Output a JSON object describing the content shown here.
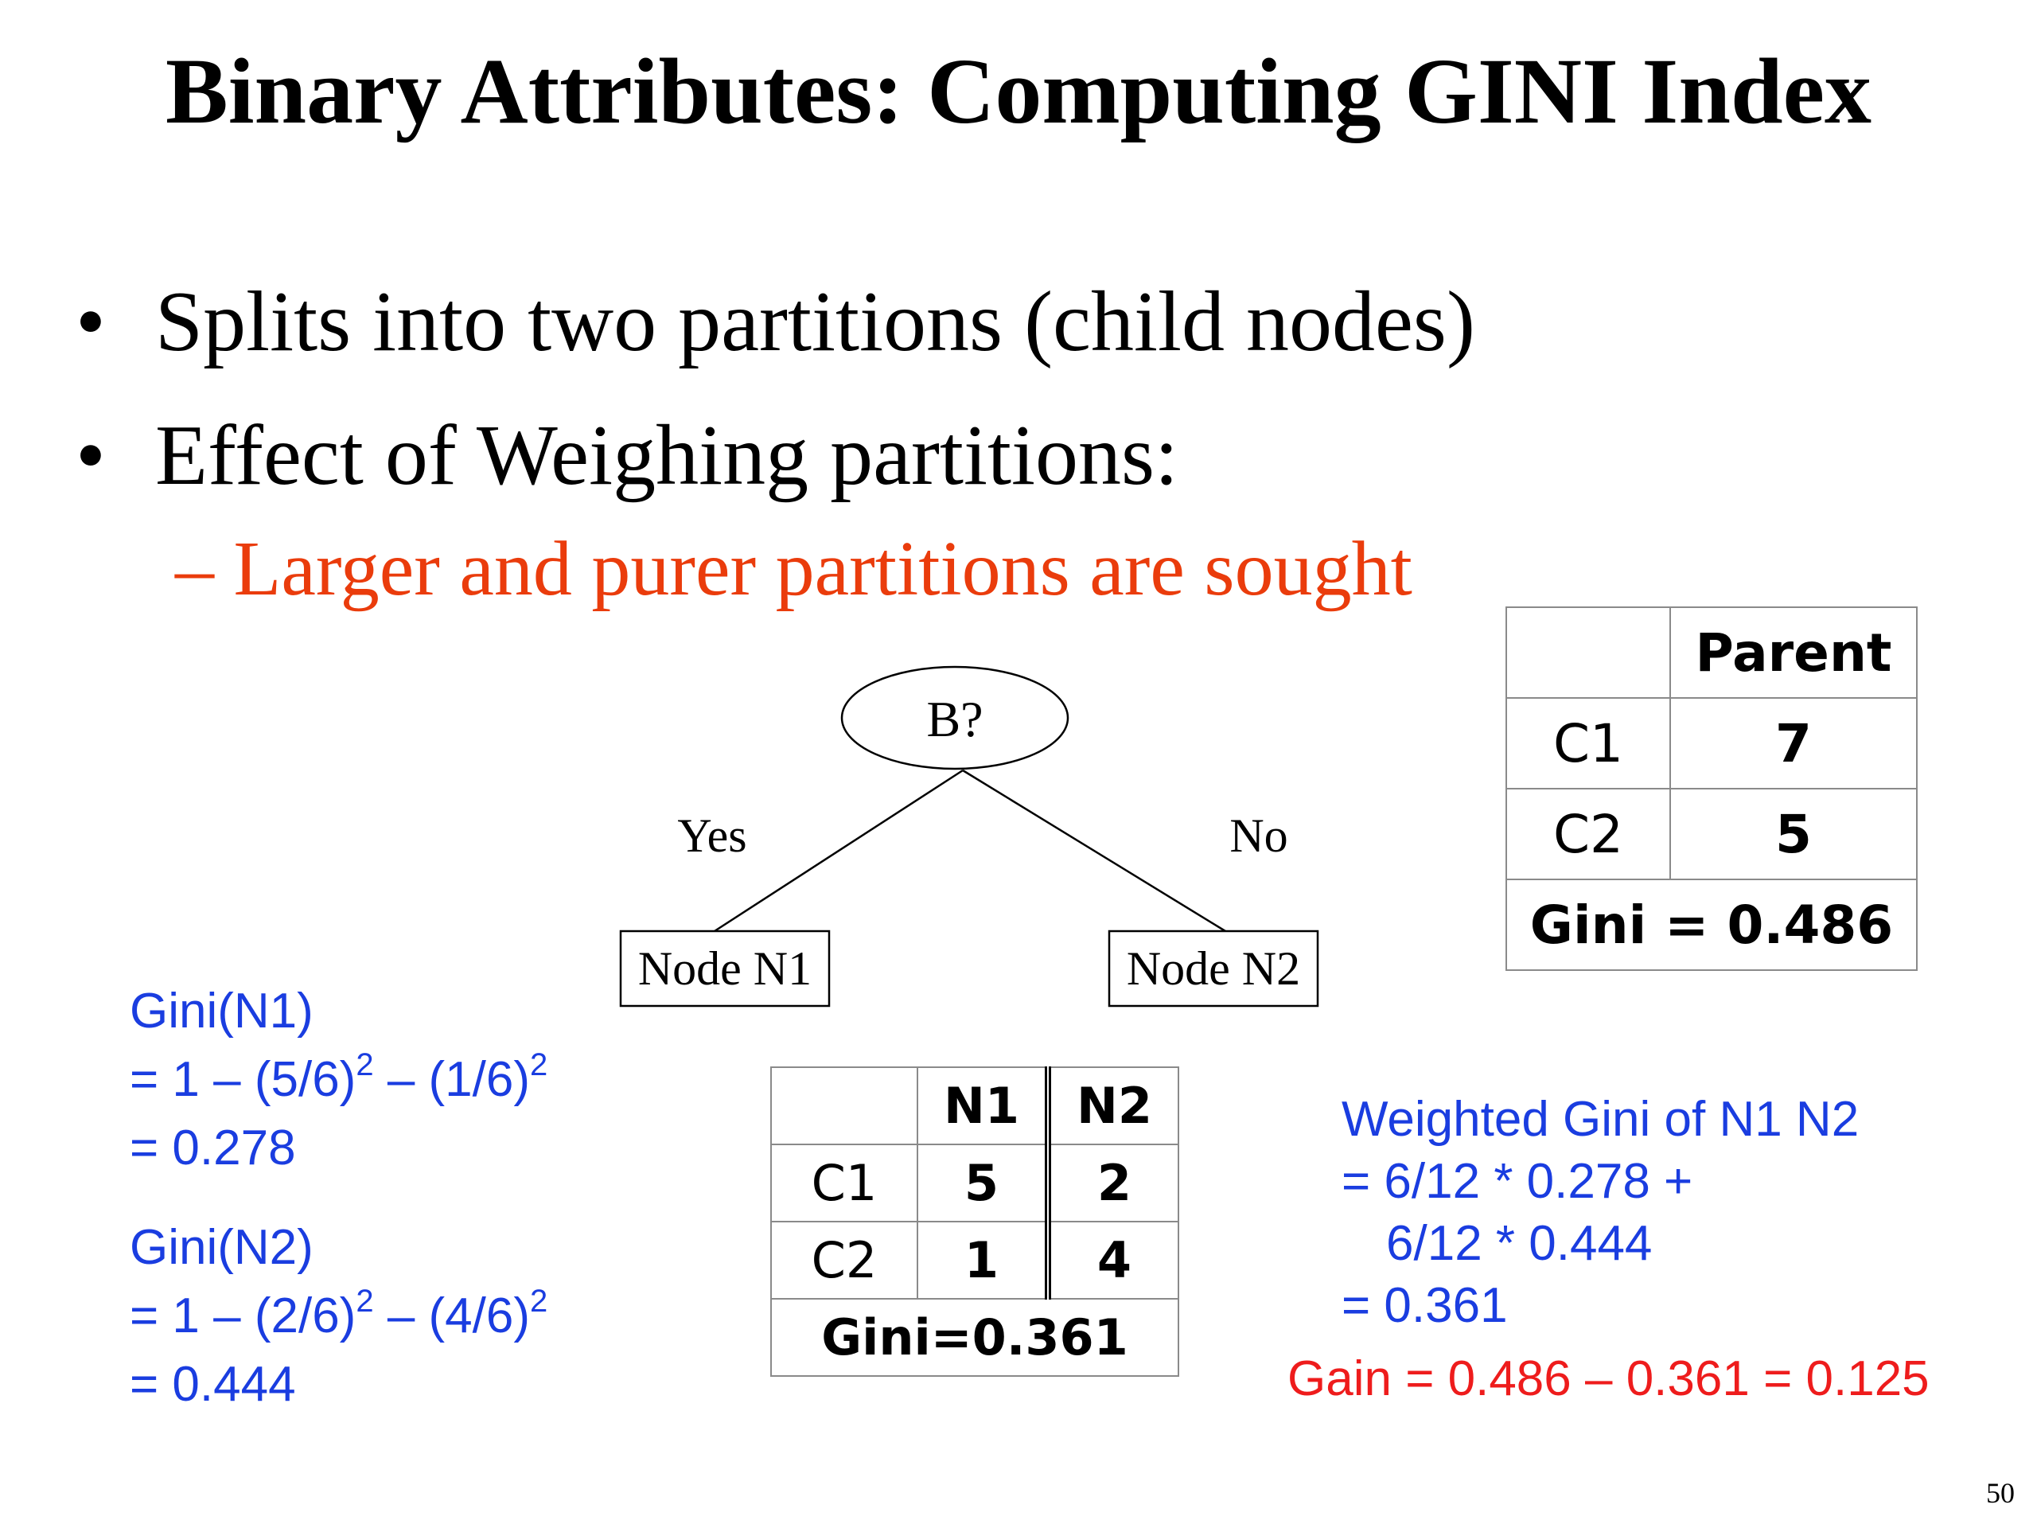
{
  "slide": {
    "title": "Binary Attributes: Computing GINI Index",
    "bullets": [
      "Splits into two partitions (child nodes)",
      "Effect of Weighing partitions:"
    ],
    "bullet_marker": "•",
    "subbullet": "– Larger and purer partitions are sought",
    "page_number": "50"
  },
  "tree": {
    "root_label": "B?",
    "left_edge_label": "Yes",
    "right_edge_label": "No",
    "left_node_label": "Node N1",
    "right_node_label": "Node N2"
  },
  "parent_table": {
    "header": "Parent",
    "rows": [
      {
        "class": "C1",
        "value": "7"
      },
      {
        "class": "C2",
        "value": "5"
      }
    ],
    "footer": "Gini = 0.486"
  },
  "children_table": {
    "headers": [
      "N1",
      "N2"
    ],
    "rows": [
      {
        "class": "C1",
        "n1": "5",
        "n2": "2"
      },
      {
        "class": "C2",
        "n1": "1",
        "n2": "4"
      }
    ],
    "footer": "Gini=0.361"
  },
  "gini_n1": {
    "heading": "Gini(N1)",
    "line1_a": "= 1 – (5/6)",
    "line1_exp_a": "2",
    "line1_b": "– (1/6)",
    "line1_exp_b": "2",
    "result": "= 0.278"
  },
  "gini_n2": {
    "heading": "Gini(N2)",
    "line1_a": "= 1 – (2/6)",
    "line1_exp_a": "2",
    "line1_b": "– (4/6)",
    "line1_exp_b": "2",
    "result": "= 0.444"
  },
  "weighted": {
    "heading": "Weighted Gini of N1 N2",
    "line1": "= 6/12 * 0.278 +",
    "line2": "6/12 * 0.444",
    "line3": "= 0.361"
  },
  "gain": "Gain = 0.486 – 0.361 = 0.125",
  "colors": {
    "title": "#000000",
    "subbullet": "#ea3c0c",
    "formula_blue": "#1a3de0",
    "gain_red": "#ee1c1c"
  }
}
